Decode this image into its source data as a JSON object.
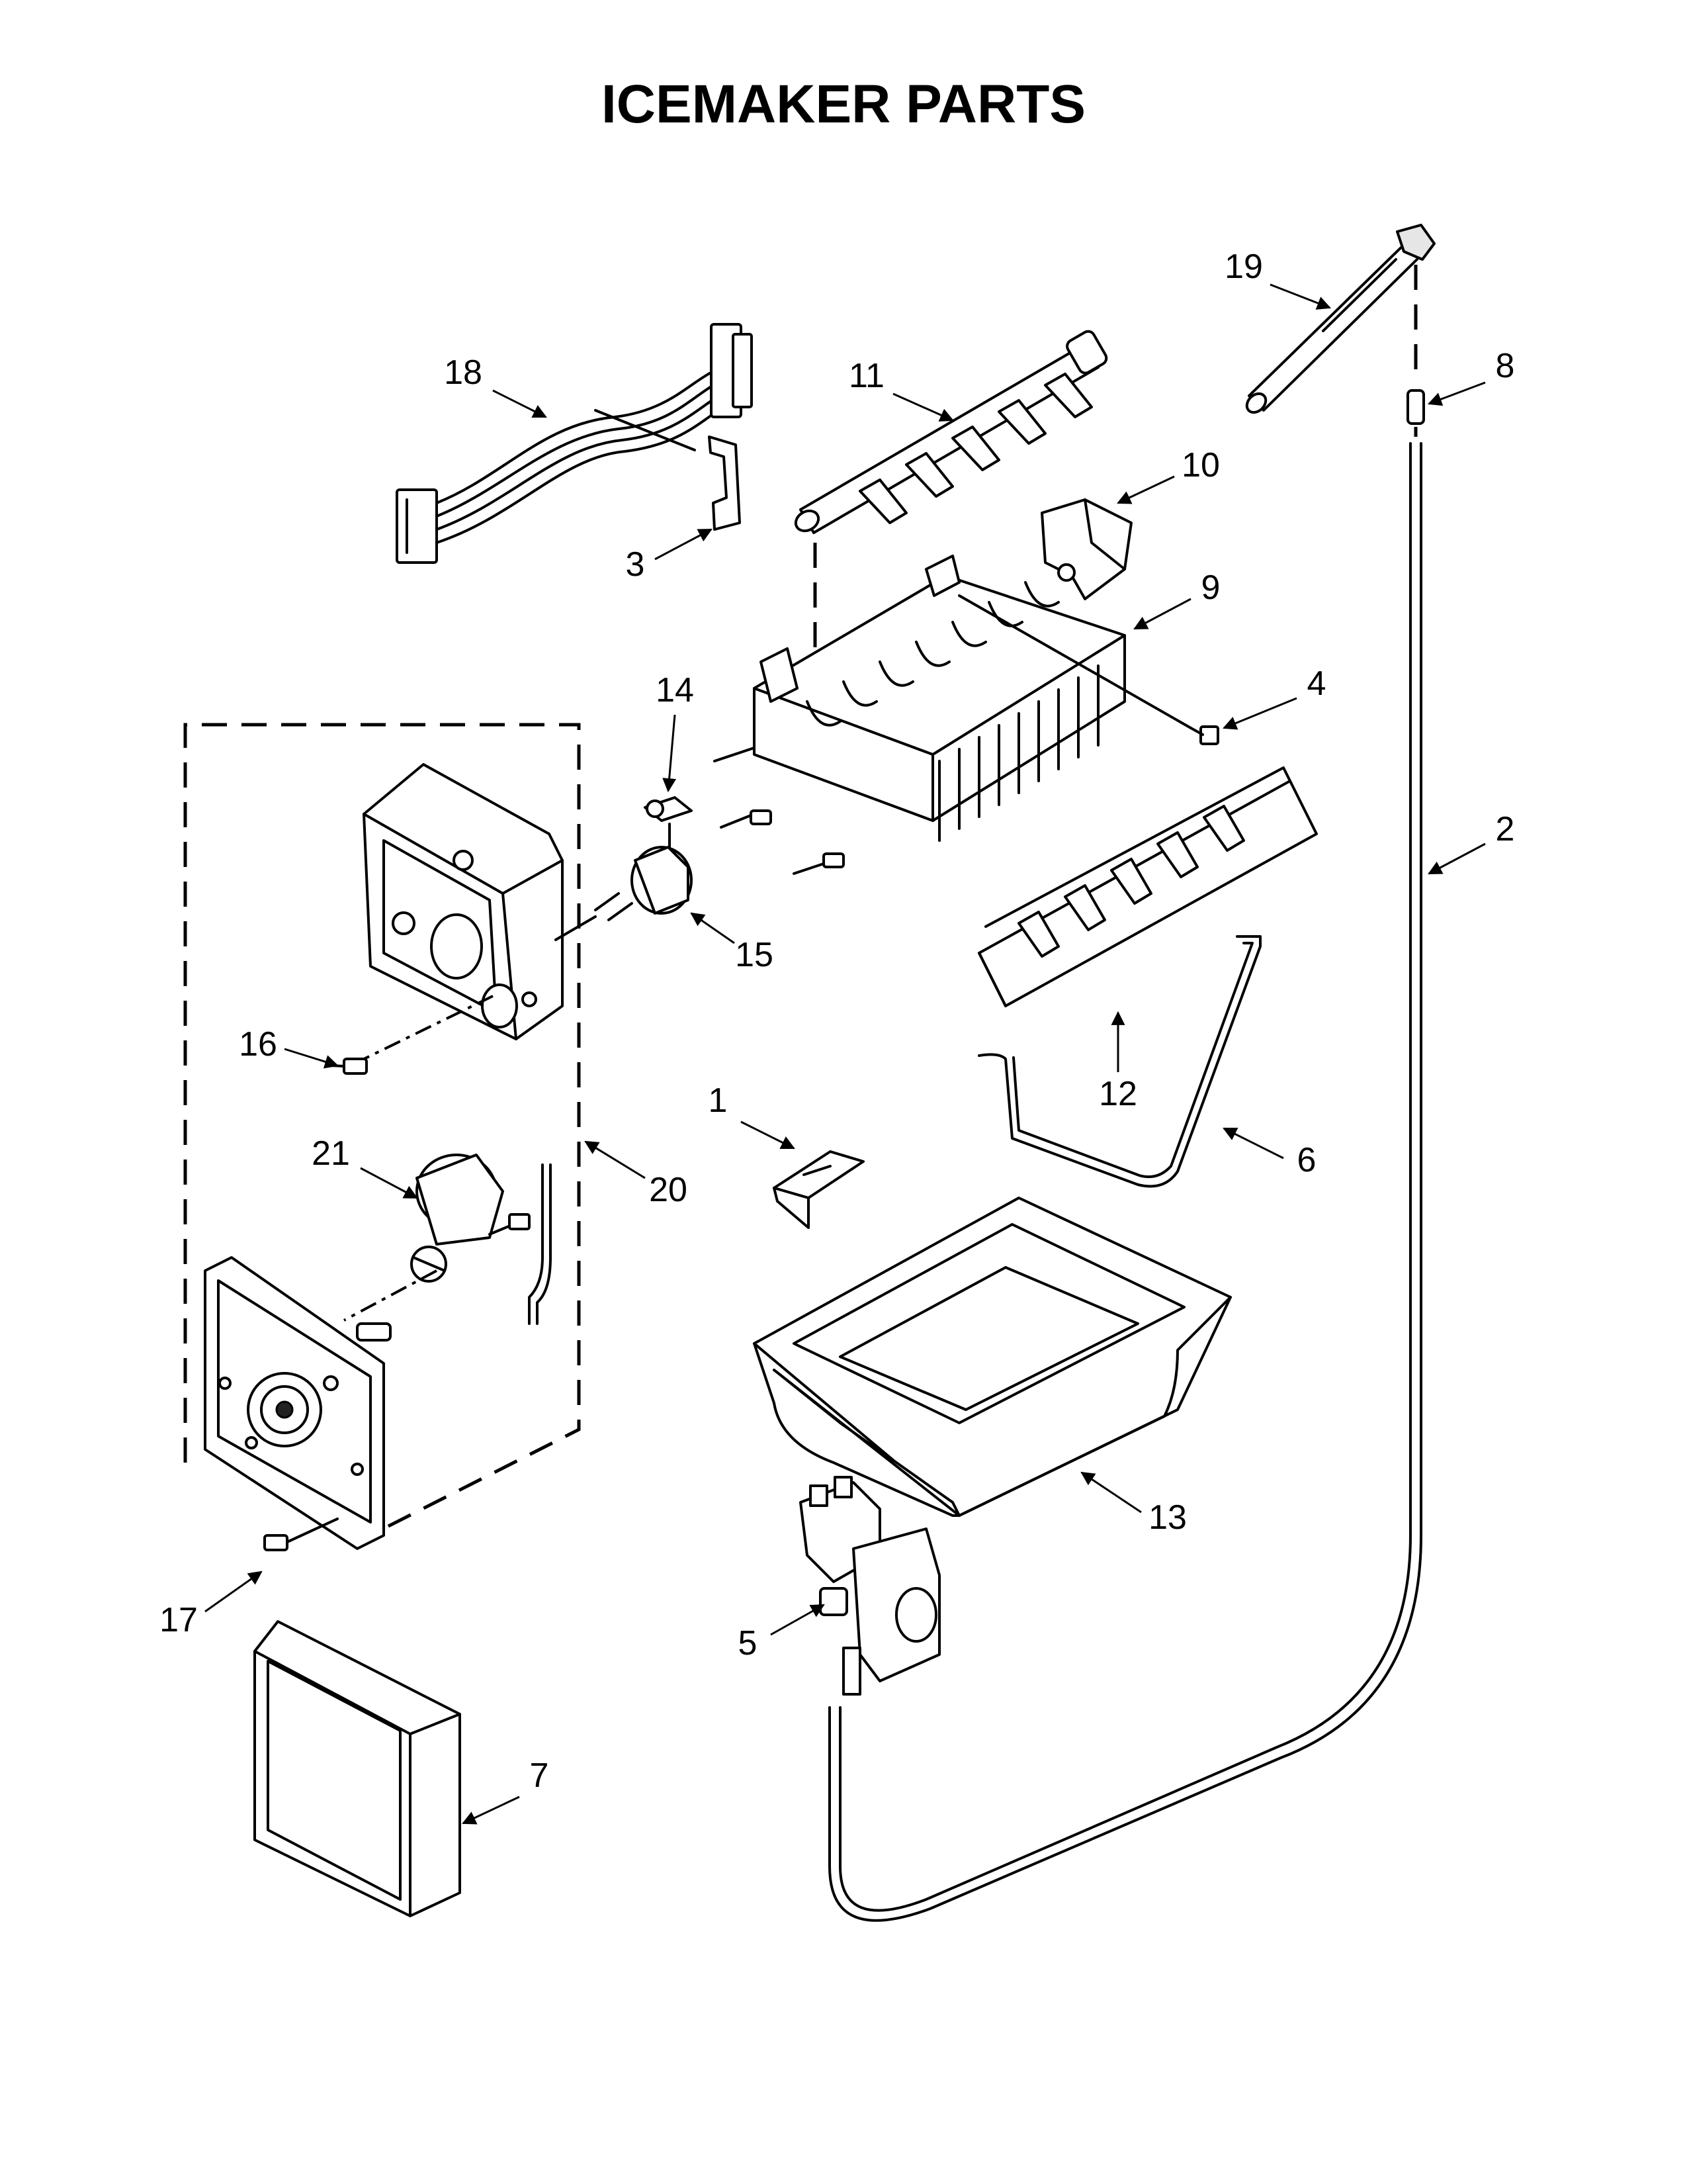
{
  "title": "ICEMAKER PARTS",
  "callouts": {
    "p1": "1",
    "p2": "2",
    "p3": "3",
    "p4": "4",
    "p5": "5",
    "p6": "6",
    "p7": "7",
    "p8": "8",
    "p9": "9",
    "p10": "10",
    "p11": "11",
    "p12": "12",
    "p13": "13",
    "p14": "14",
    "p15": "15",
    "p16": "16",
    "p17": "17",
    "p18": "18",
    "p19": "19",
    "p20": "20",
    "p21": "21"
  }
}
